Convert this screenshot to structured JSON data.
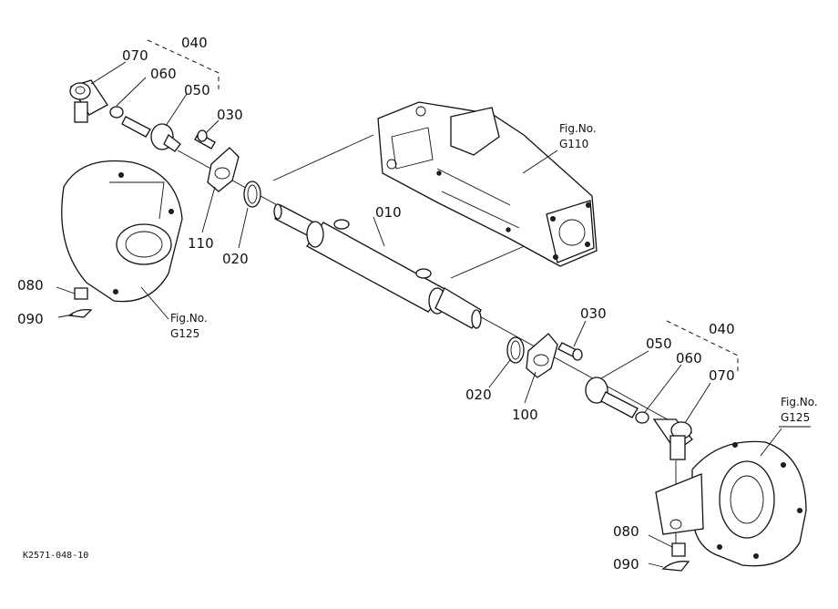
{
  "callouts": {
    "p040_top": "040",
    "p070_top": "070",
    "p060_top": "060",
    "p050_top": "050",
    "p030_top": "030",
    "p110": "110",
    "p020_left": "020",
    "p010": "010",
    "p080_left": "080",
    "p090_left": "090",
    "p030_right": "030",
    "p040_right": "040",
    "p050_right": "050",
    "p060_right": "060",
    "p070_right": "070",
    "p020_right": "020",
    "p100": "100",
    "p080_right": "080",
    "p090_right": "090"
  },
  "figure_refs": {
    "g110_line1": "Fig.No.",
    "g110_line2": "G110",
    "g125_left_line1": "Fig.No.",
    "g125_left_line2": "G125",
    "g125_right_line1": "Fig.No.",
    "g125_right_line2": "G125"
  },
  "drawing_code": "K2571-048-10"
}
